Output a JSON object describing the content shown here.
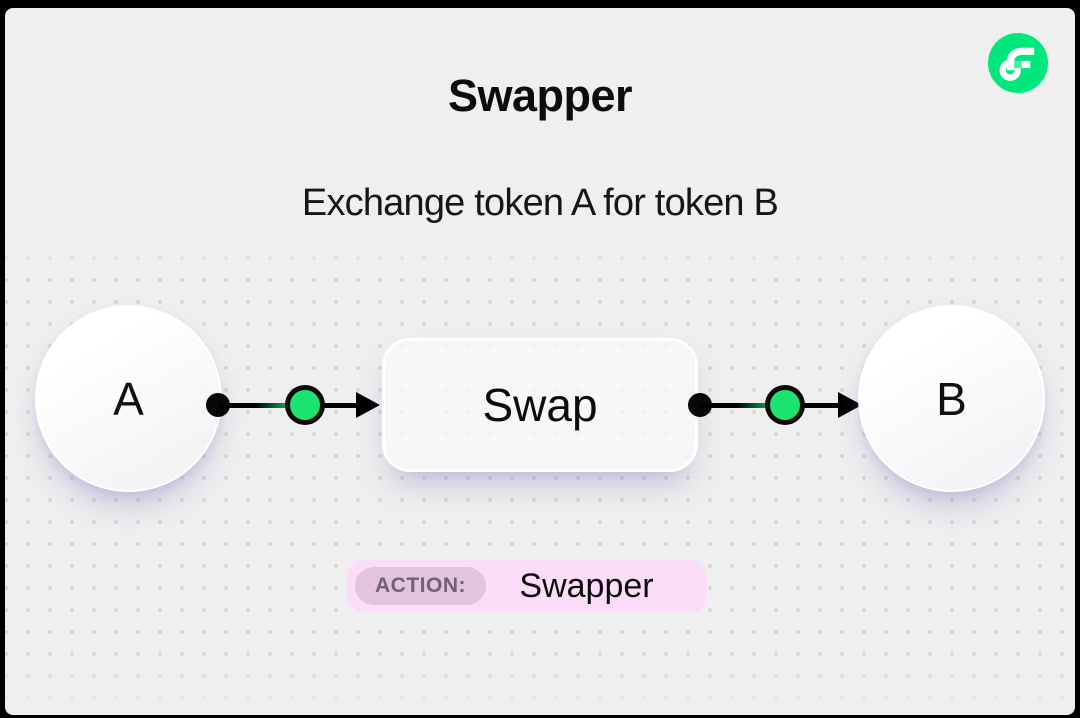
{
  "page": {
    "background_color": "#efefef",
    "frame_color": "#000000"
  },
  "header": {
    "title": "Swapper",
    "subtitle": "Exchange token A for token B"
  },
  "logo": {
    "name": "flow-logo",
    "circle_color": "#00E87C",
    "glyph_color": "#FFFFFF",
    "accent_square_color": "#45F1A1"
  },
  "diagram": {
    "source_node": {
      "label": "A"
    },
    "process_node": {
      "label": "Swap"
    },
    "target_node": {
      "label": "B"
    },
    "connector": {
      "dot_color": "#070707",
      "line_color": "#000000",
      "port_color": "#1AE46F"
    }
  },
  "badge": {
    "label": "ACTION:",
    "value": "Swapper",
    "outer_color": "#FBDDF9",
    "inner_color": "#E3C3DD",
    "label_text_color": "#6F6473"
  }
}
